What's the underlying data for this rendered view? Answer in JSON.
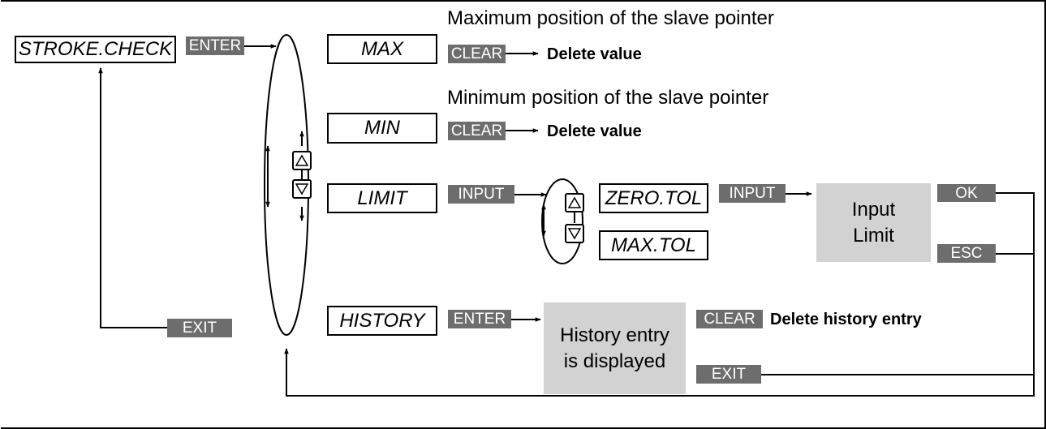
{
  "menu": {
    "root": "STROKE.CHECK",
    "items": {
      "max": "MAX",
      "min": "MIN",
      "limit": "LIMIT",
      "history": "HISTORY"
    },
    "limit_submenu": {
      "zero_tol": "ZERO.TOL",
      "max_tol": "MAX.TOL"
    }
  },
  "keys": {
    "enter": "ENTER",
    "exit": "EXIT",
    "clear": "CLEAR",
    "input": "INPUT",
    "ok": "OK",
    "esc": "ESC"
  },
  "notes": {
    "max_description": "Maximum position of the slave pointer",
    "min_description": "Minimum position of the slave pointer",
    "delete_value": "Delete value",
    "delete_history": "Delete history entry"
  },
  "panels": {
    "input_limit": {
      "line1": "Input",
      "line2": "Limit"
    },
    "history_display": {
      "line1": "History entry",
      "line2": "is displayed"
    }
  },
  "icons": {
    "up": "triangle-up-icon",
    "down": "triangle-down-icon"
  }
}
